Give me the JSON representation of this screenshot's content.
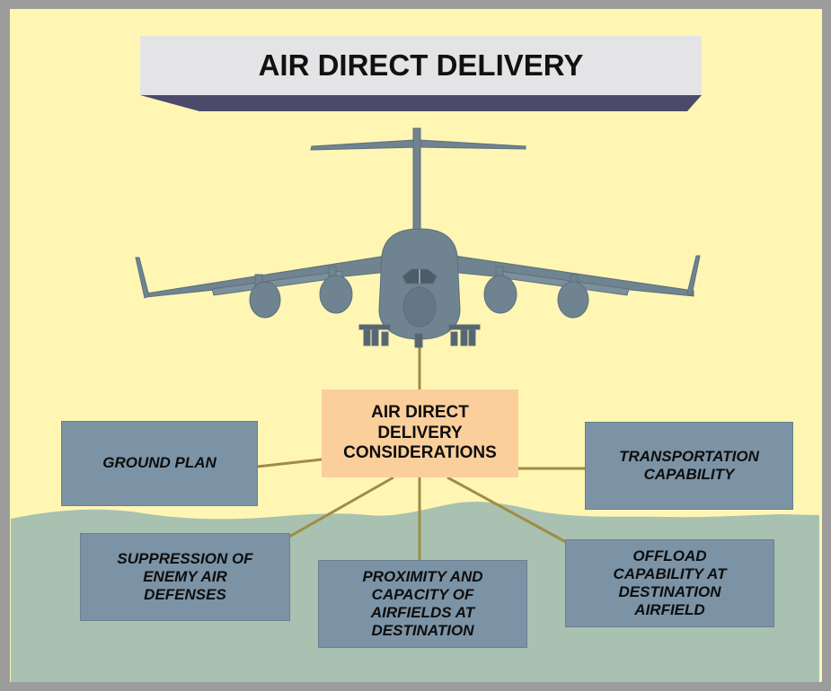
{
  "title": "AIR DIRECT DELIVERY",
  "center_label": "AIR DIRECT\nDELIVERY\nCONSIDERATIONS",
  "boxes": {
    "ground_plan": "GROUND PLAN",
    "transportation": "TRANSPORTATION\nCAPABILITY",
    "suppression": "SUPPRESSION OF\nENEMY AIR\nDEFENSES",
    "proximity": "PROXIMITY AND\nCAPACITY OF\nAIRFIELDS AT\nDESTINATION",
    "offload": "OFFLOAD\nCAPABILITY AT\nDESTINATION\nAIRFIELD"
  },
  "colors": {
    "background": "#fff6b4",
    "frame": "#9c9c9c",
    "ground": "#a8c1b0",
    "aircraft": "#6f8390",
    "box": "#7b93a5",
    "center_box": "#fbcf9c",
    "connector": "#a08c44",
    "title_bar": "#e4e4e6",
    "title_shadow": "#4b4a6a"
  },
  "icons": [
    "cargo-aircraft-illustration",
    "hills-terrain"
  ]
}
